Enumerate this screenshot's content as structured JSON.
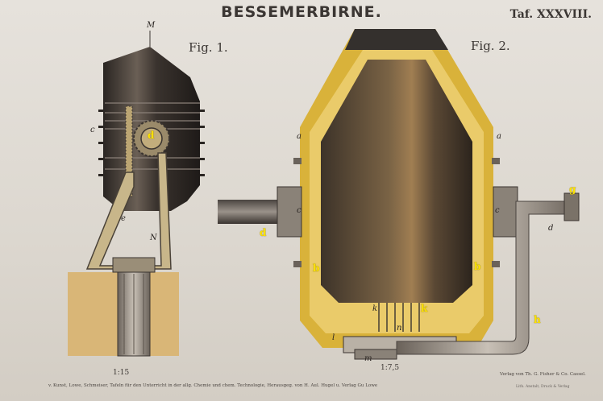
{
  "title": "BESSEMERBIRNE.",
  "plate": "Taf. XXXVIII.",
  "fig1": {
    "label": "Fig. 1.",
    "scale": "1:15",
    "axis_top": "M",
    "axis_bottom": "N"
  },
  "fig2": {
    "label": "Fig. 2.",
    "scale": "1:7,5"
  },
  "labels_dark": {
    "c_left": "c",
    "c_fig2_left": "c",
    "c_fig2_right": "c",
    "e": "e",
    "a_left": "a",
    "a_right": "a",
    "d_fig2_right": "d",
    "l": "l",
    "m": "m",
    "n": "n",
    "k": "k"
  },
  "labels_yellow": {
    "d_fig1": "d",
    "d_fig2": "d",
    "b_left": "b",
    "b_right": "b",
    "k": "k",
    "g": "g",
    "h": "h"
  },
  "caption": "v. Kunst, Lowe, Schmeiser, Tafeln für den Unterricht in der allg. Chemie und chem. Technologie, Herausgeg. von H. Aul. Hugel u. Verlag Gu Lowe",
  "publisher": "Verlag von Th. G. Fisher & Co. Cassel.",
  "publisher_small": "Lith. Anstalt, Druck & Verlag"
}
